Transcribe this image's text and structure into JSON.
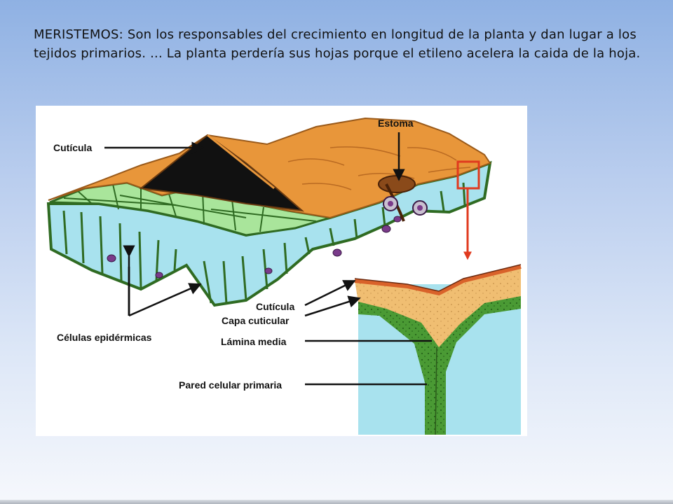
{
  "slide": {
    "text": "MERISTEMOS: Son los responsables del crecimiento en longitud de la planta y dan lugar a los tejidos primarios. ... La planta perdería sus hojas porque el etileno acelera la caida de la hoja."
  },
  "diagram": {
    "labels": {
      "cuticula_top": "Cutícula",
      "estoma": "Estoma",
      "cuticula_detail": "Cutícula",
      "capa_cuticular": "Capa cuticular",
      "celulas_epidermicas": "Células epidérmicas",
      "lamina_media": "Lámina media",
      "pared_celular_primaria": "Pared celular primaria"
    }
  },
  "colors": {
    "cuticle_orange": "#e8963a",
    "epidermis_cyan": "#a8e2ee",
    "wall_green": "#3e8a2a",
    "inner_green": "#a9e59b",
    "detail_green": "#4a9a34",
    "detail_tan": "#f0be72",
    "marker_red": "#e03a1e"
  }
}
